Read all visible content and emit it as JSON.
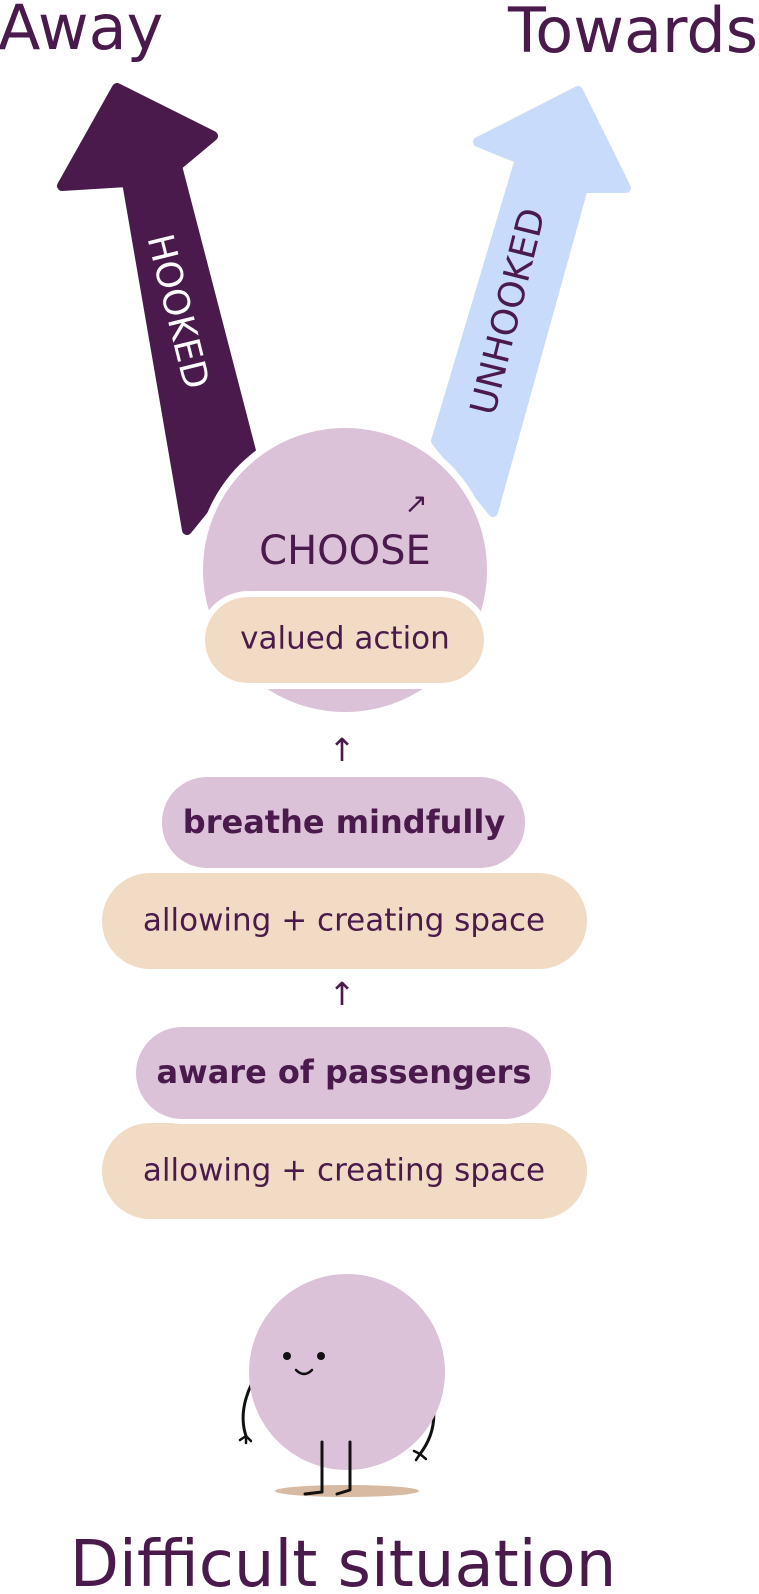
{
  "headings": {
    "away": "Away",
    "towards": "Towards",
    "bottom": "Difficult situation"
  },
  "arrows": {
    "hooked": "HOOKED",
    "unhooked": "UNHOOKED"
  },
  "choose": {
    "label": "CHOOSE",
    "arrow_glyph": "↗"
  },
  "pills": {
    "valued_action": "valued action",
    "breathe": "breathe mindfully",
    "allowing_1": "allowing + creating space",
    "aware": "aware of passengers",
    "allowing_2": "allowing + creating space"
  },
  "connectors": {
    "up_1": "↑",
    "up_2": "↑"
  },
  "colors": {
    "dark_purple": "#4a1a4c",
    "light_blue": "#c9dbfb",
    "lavender": "#dcc2d9",
    "peach": "#f2dbc5",
    "shadow": "#d8b9a1",
    "background": "#ffffff"
  },
  "icons": {
    "character": "smiling-circle-character-icon"
  }
}
